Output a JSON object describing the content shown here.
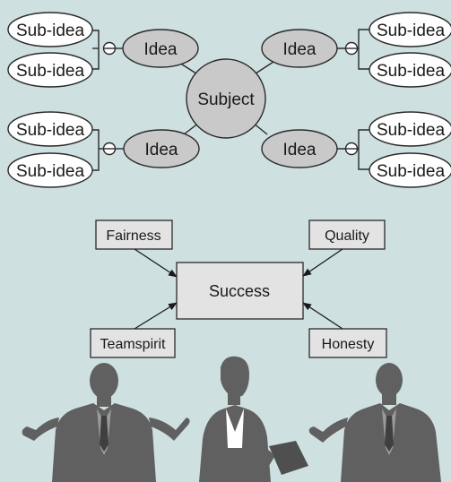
{
  "mindmap": {
    "subject": "Subject",
    "ideas": [
      "Idea",
      "Idea",
      "Idea",
      "Idea"
    ],
    "sub_ideas": [
      "Sub-idea",
      "Sub-idea",
      "Sub-idea",
      "Sub-idea",
      "Sub-idea",
      "Sub-idea",
      "Sub-idea",
      "Sub-idea"
    ]
  },
  "flow": {
    "center": "Success",
    "factors": [
      "Fairness",
      "Quality",
      "Teamspirit",
      "Honesty"
    ]
  },
  "illustration": {
    "figures": [
      "businessman-left",
      "businesswoman-center",
      "businessman-right"
    ]
  },
  "colors": {
    "background": "#cfe0e0",
    "node_fill": "#c9c9c9",
    "box_fill": "#e3e3e3",
    "stroke": "#2a2a2a",
    "silhouette": "#606060"
  }
}
